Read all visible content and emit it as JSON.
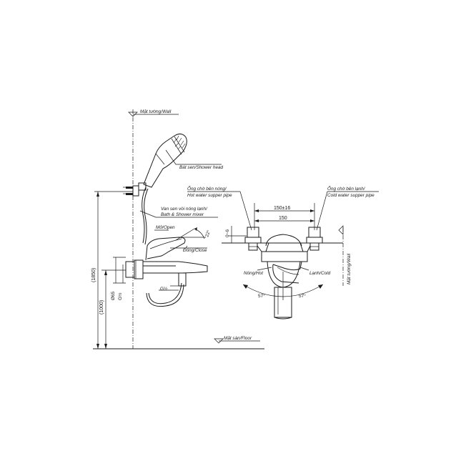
{
  "labels": {
    "wall": "Mặt tường/Wall",
    "shower_head": "Bát sen/Shower head",
    "mixer_line1": "Van sen vòi nóng lạnh/",
    "mixer_line2": "Bath & Shower mixer",
    "open": "Mở/Open",
    "close": "Đóng/Close",
    "floor": "Mặt sàn/Floor",
    "hot_pipe_line1": "Ống chờ bên nóng/",
    "hot_pipe_line2": "Hot water supper pipe",
    "cold_pipe_line1": "Ống chờ bên lạnh/",
    "cold_pipe_line2": "Cold water supper pipe",
    "hot": "Nóng/Hot",
    "cold": "Lạnh/Cold",
    "wall_vertical": "Mặt tường/Wall"
  },
  "dimensions": {
    "height_total": "(1850)",
    "height_mixer": "(1000)",
    "diameter": "Ø65",
    "thread_inlet": "G½",
    "thread_outlet": "G½",
    "open_angle": "22°",
    "spacing_tol": "150±16",
    "spacing": "150",
    "offset": "0~6",
    "angle_left": "57°",
    "angle_right": "57°"
  }
}
